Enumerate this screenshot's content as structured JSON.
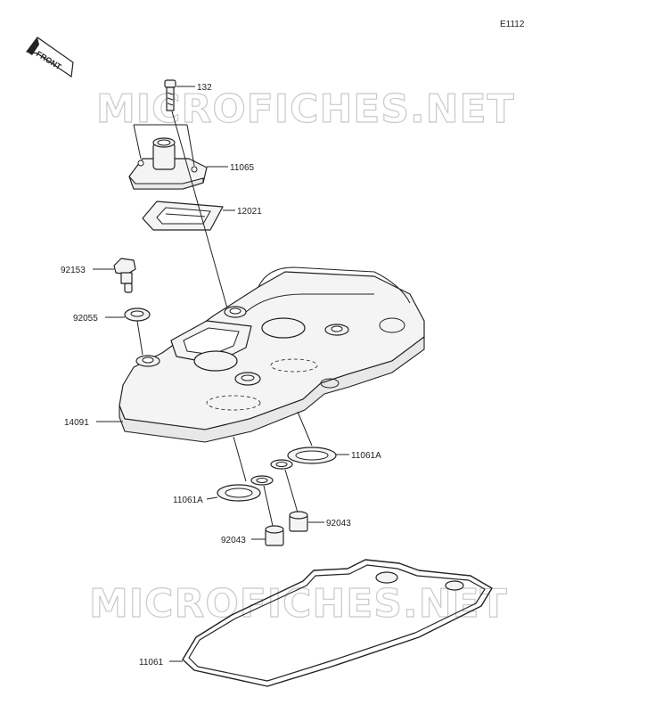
{
  "figure_code": "E1112",
  "front_badge": "FRONT",
  "watermarks": [
    "MICROFICHES.NET",
    "MICROFICHES.NET"
  ],
  "callouts": [
    {
      "id": "132",
      "label": "132"
    },
    {
      "id": "11065",
      "label": "11065"
    },
    {
      "id": "12021",
      "label": "12021"
    },
    {
      "id": "92153",
      "label": "92153"
    },
    {
      "id": "92055",
      "label": "92055"
    },
    {
      "id": "14091",
      "label": "14091"
    },
    {
      "id": "11061A-right",
      "label": "11061A"
    },
    {
      "id": "11061A-left",
      "label": "11061A"
    },
    {
      "id": "92043-right",
      "label": "92043"
    },
    {
      "id": "92043-left",
      "label": "92043"
    },
    {
      "id": "11061",
      "label": "11061"
    }
  ]
}
